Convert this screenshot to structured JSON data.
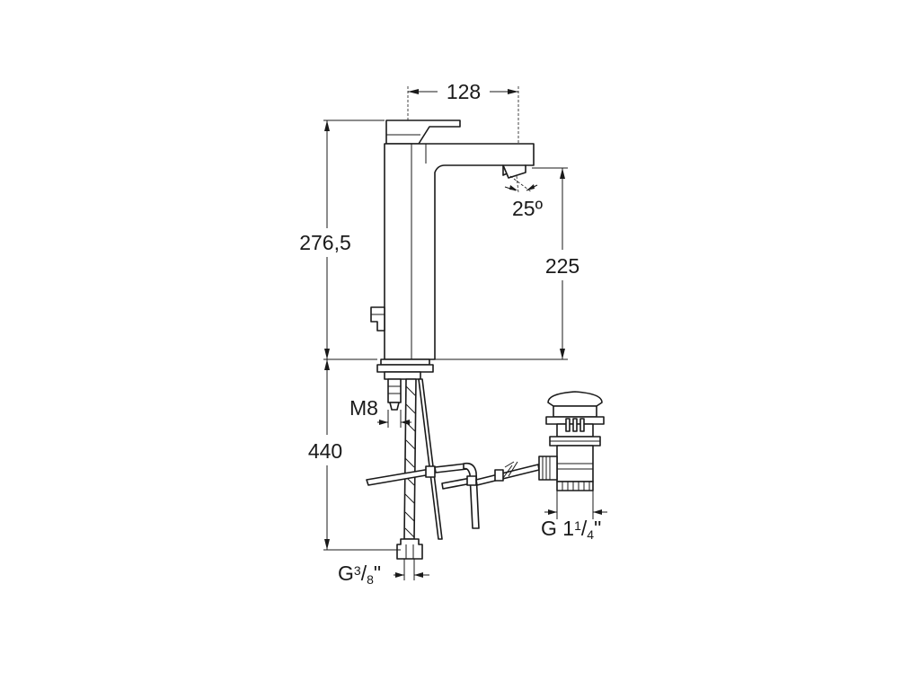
{
  "dimensions": {
    "spout_reach": "128",
    "total_height": "276,5",
    "outlet_height": "225",
    "spout_angle": "25º",
    "hose_length": "440",
    "stud_thread": "M8",
    "hose_connection": {
      "prefix": "G",
      "numerator": "3",
      "denominator": "8",
      "suffix": "\""
    },
    "waste_connection": {
      "prefix": "G 1",
      "numerator": "1",
      "denominator": "4",
      "suffix": "\""
    }
  }
}
